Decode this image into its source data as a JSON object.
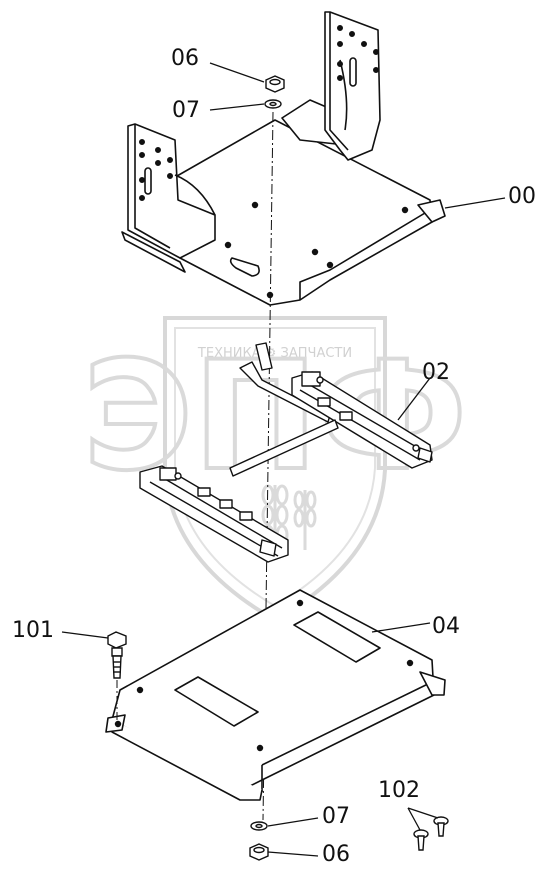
{
  "callouts": {
    "nut_top": "06",
    "washer_top": "07",
    "seat_bracket": "00",
    "slide_rails": "02",
    "bolt": "101",
    "base_plate": "04",
    "washer_bottom": "07",
    "nut_bottom": "06",
    "screws": "102"
  },
  "watermark": {
    "company_text": "ТЕХНИКА  ⚙  ЗАПЧАСТИ",
    "logo_letters": "ЭПФ",
    "color": "#cccccc"
  },
  "colors": {
    "line": "#111111",
    "background": "#ffffff"
  }
}
